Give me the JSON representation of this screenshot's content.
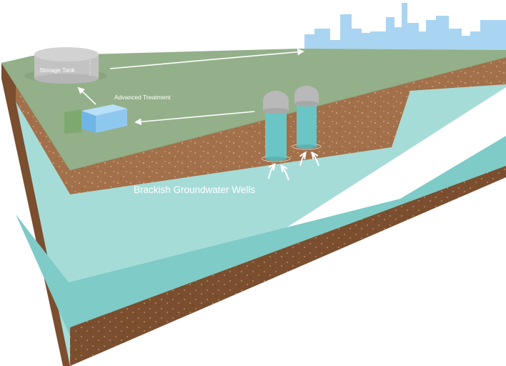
{
  "labels": {
    "storage_tank": "Storage Tank",
    "advanced_treatment": "Advanced Treatment",
    "brackish_wells": "Brackish Groundwater Wells"
  },
  "colors": {
    "ground_surface": "#94b08a",
    "soil": "#a2704a",
    "soil_dark": "#7a4e2e",
    "aquifer": "#a6dcd8",
    "aquifer_deep": "#7ecbc8",
    "well": "#6cc5c5",
    "well_cap": "#b9b9b9",
    "tank": "#c3c3c3",
    "treatment_box": "#8fc8ef",
    "skyline": "#a9d5f2",
    "arrow": "#ffffff"
  },
  "icons": {
    "storage_tank": "storage-tank-icon",
    "treatment_plant": "treatment-plant-icon",
    "well": "well-icon",
    "city_skyline": "city-skyline-icon"
  }
}
